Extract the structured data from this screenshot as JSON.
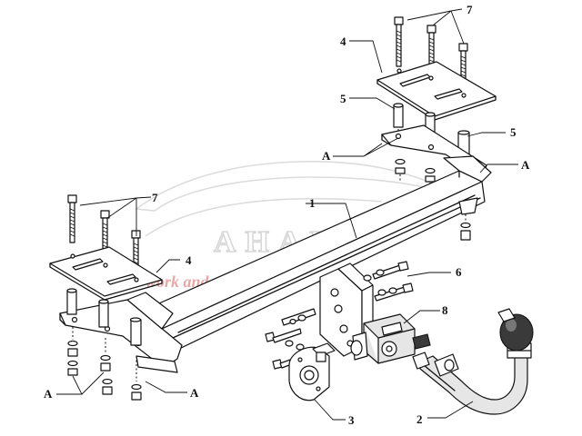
{
  "watermark": {
    "brand": "AHAKA",
    "tagline": "work and travel"
  },
  "labels": {
    "part_1": "1",
    "part_2": "2",
    "part_3": "3",
    "part_4_top": "4",
    "part_4_left": "4",
    "part_5_top": "5",
    "part_5_right": "5",
    "part_6": "6",
    "part_7_top": "7",
    "part_7_left": "7",
    "part_8": "8",
    "a_top_left": "A",
    "a_top_right": "A",
    "a_bottom_left": "A",
    "a_bottom_right": "A"
  },
  "colors": {
    "line": "#111111",
    "watermark_grey": "#d8d8d8",
    "watermark_red": "#e8a8a8"
  }
}
